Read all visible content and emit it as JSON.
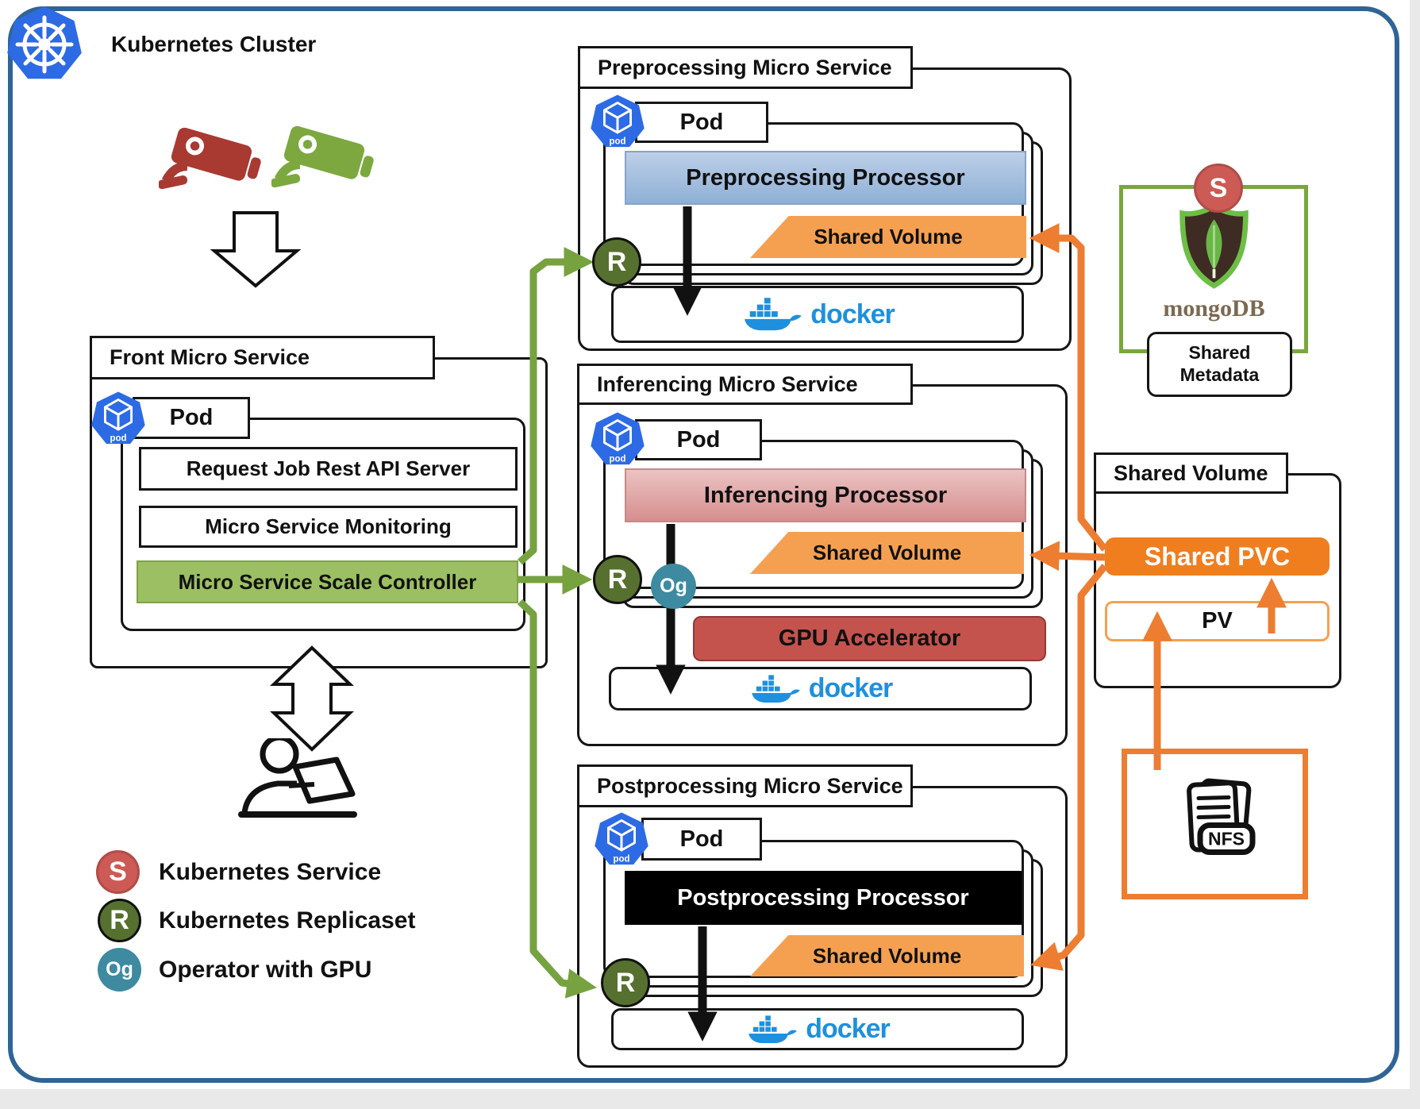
{
  "header": {
    "title": "Kubernetes Cluster"
  },
  "icons": {
    "pod_label": "pod",
    "docker_word": "docker"
  },
  "front_service": {
    "title": "Front Micro Service",
    "pod_label": "Pod",
    "items": [
      "Request Job Rest API Server",
      "Micro Service Monitoring",
      "Micro Service Scale Controller"
    ]
  },
  "preprocessing_service": {
    "title": "Preprocessing Micro Service",
    "pod_label": "Pod",
    "processor": "Preprocessing Processor",
    "shared_volume": "Shared Volume",
    "badge_r": "R"
  },
  "inferencing_service": {
    "title": "Inferencing Micro Service",
    "pod_label": "Pod",
    "processor": "Inferencing Processor",
    "shared_volume": "Shared Volume",
    "gpu": "GPU Accelerator",
    "badge_r": "R",
    "badge_og": "Og"
  },
  "postprocessing_service": {
    "title": "Postprocessing Micro Service",
    "pod_label": "Pod",
    "processor": "Postprocessing Processor",
    "shared_volume": "Shared Volume",
    "badge_r": "R"
  },
  "storage": {
    "title": "Shared Volume",
    "pvc": "Shared PVC",
    "pv": "PV"
  },
  "metadata_store": {
    "badge_s": "S",
    "db_name": "mongoDB",
    "label_line1": "Shared",
    "label_line2": "Metadata"
  },
  "nfs": {
    "label": "NFS"
  },
  "legend": [
    {
      "badge": "S",
      "label": "Kubernetes Service"
    },
    {
      "badge": "R",
      "label": "Kubernetes Replicaset"
    },
    {
      "badge": "Og",
      "label": "Operator with GPU"
    }
  ],
  "colors": {
    "frame_blue": "#2F6496",
    "k8s_blue": "#2D6BE4",
    "green_line": "#76A23F",
    "controller_green": "#9CBF63",
    "orange_line": "#ED7D31",
    "shared_volume_orange": "#F5A051",
    "pvc_orange": "#F07E1E",
    "gpu_red": "#C4534E",
    "service_red": "#CC5A55",
    "replicaset_olive": "#56712F",
    "operator_teal": "#3E8AA1",
    "docker_blue": "#1E90DD",
    "mongo_green": "#79A63F",
    "processor_blue": "#9DB8DB",
    "processor_pink": "#DD9B9B",
    "processor_black": "#000000"
  }
}
